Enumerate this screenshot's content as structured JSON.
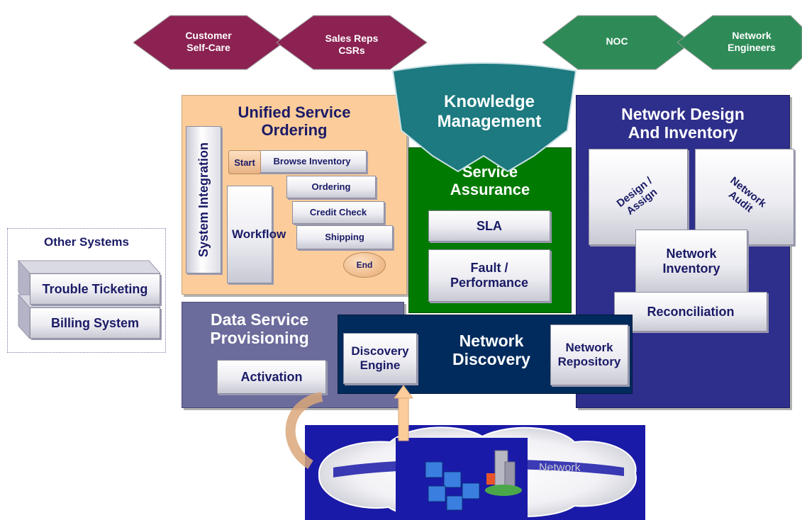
{
  "personas": {
    "customer": [
      "Customer",
      "Self-Care"
    ],
    "sales": [
      "Sales Reps",
      "CSRs"
    ],
    "noc": [
      "NOC"
    ],
    "engineers": [
      "Network",
      "Engineers"
    ]
  },
  "knowledge": [
    "Knowledge",
    "Management"
  ],
  "ordering": {
    "title": [
      "Unified Service",
      "Ordering"
    ],
    "system_integration": "System Integration",
    "workflow": "Workflow",
    "start": "Start",
    "steps": [
      "Browse Inventory",
      "Ordering",
      "Credit Check",
      "Shipping"
    ],
    "end": "End"
  },
  "assurance": {
    "title": [
      "Service",
      "Assurance"
    ],
    "sla": "SLA",
    "fault": [
      "Fault /",
      "Performance"
    ]
  },
  "design": {
    "title": [
      "Network Design",
      "And Inventory"
    ],
    "design_assign": [
      "Design /",
      "Assign"
    ],
    "audit": [
      "Network",
      "Audit"
    ],
    "inventory": [
      "Network",
      "Inventory"
    ],
    "reconciliation": "Reconciliation"
  },
  "other": {
    "title": "Other Systems",
    "items": [
      "Trouble Ticketing",
      "Billing System"
    ]
  },
  "provisioning": {
    "title": [
      "Data Service",
      "Provisioning"
    ],
    "activation": "Activation"
  },
  "discovery": {
    "title": [
      "Network",
      "Discovery"
    ],
    "engine": [
      "Discovery",
      "Engine"
    ],
    "repository": [
      "Network",
      "Repository"
    ]
  },
  "network_cloud": {
    "label": "Network"
  },
  "colors": {
    "persona_maroon": "#8b2252",
    "persona_green": "#2e8b57",
    "ordering_bg": "#fccd9b",
    "assurance_bg": "#007a00",
    "design_bg": "#2e2e8c",
    "provisioning_bg": "#6b6b9c",
    "discovery_bg": "#002b5c",
    "knowledge_bg": "#1c7a80"
  }
}
